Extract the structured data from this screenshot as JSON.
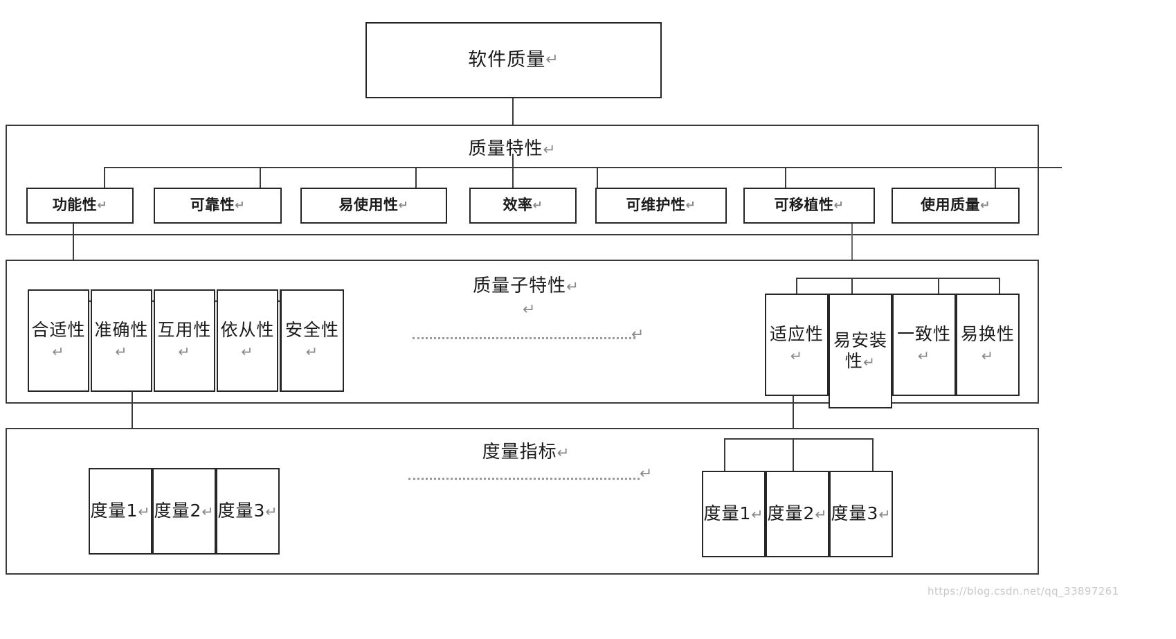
{
  "diagram": {
    "title_box": {
      "label": "软件质量",
      "mark": "↵"
    },
    "bands": [
      {
        "id": "quality-characteristics",
        "label": "质量特性",
        "mark": "↵"
      },
      {
        "id": "quality-sub-characteristics",
        "label": "质量子特性",
        "mark": "↵",
        "extra_mark": "↵"
      },
      {
        "id": "measurement-indicators",
        "label": "度量指标",
        "mark": "↵"
      }
    ],
    "characteristics": [
      {
        "label": "功能性",
        "mark": "↵"
      },
      {
        "label": "可靠性",
        "mark": "↵"
      },
      {
        "label": "易使用性",
        "mark": "↵"
      },
      {
        "label": "效率",
        "mark": "↵"
      },
      {
        "label": "可维护性",
        "mark": "↵"
      },
      {
        "label": "可移植性",
        "mark": "↵"
      },
      {
        "label": "使用质量",
        "mark": "↵"
      }
    ],
    "sub_characteristics_left": [
      {
        "label": "合适性",
        "mark": "↵"
      },
      {
        "label": "准确性",
        "mark": "↵"
      },
      {
        "label": "互用性",
        "mark": "↵"
      },
      {
        "label": "依从性",
        "mark": "↵"
      },
      {
        "label": "安全性",
        "mark": "↵"
      }
    ],
    "sub_characteristics_right": [
      {
        "label": "适应性",
        "mark": "↵"
      },
      {
        "label": "易安装性",
        "mark": "↵"
      },
      {
        "label": "一致性",
        "mark": "↵"
      },
      {
        "label": "易换性",
        "mark": "↵"
      }
    ],
    "metrics_left": [
      {
        "label": "度量1",
        "mark": "↵"
      },
      {
        "label": "度量2",
        "mark": "↵"
      },
      {
        "label": "度量3",
        "mark": "↵"
      }
    ],
    "metrics_right": [
      {
        "label": "度量1",
        "mark": "↵"
      },
      {
        "label": "度量2",
        "mark": "↵"
      },
      {
        "label": "度量3",
        "mark": "↵"
      }
    ],
    "ellipsis_rows": [
      {
        "id": "sub-ellipsis",
        "mark": "↵"
      },
      {
        "id": "metric-ellipsis",
        "mark": "↵"
      }
    ],
    "watermark": "https://blog.csdn.net/qq_33897261",
    "colors": {
      "stroke": "#262626",
      "band_stroke": "#3a3a3a",
      "text": "#1a1a1a",
      "pilcrow": "#888888",
      "dotted": "#9a9a9a",
      "background": "#ffffff"
    }
  }
}
